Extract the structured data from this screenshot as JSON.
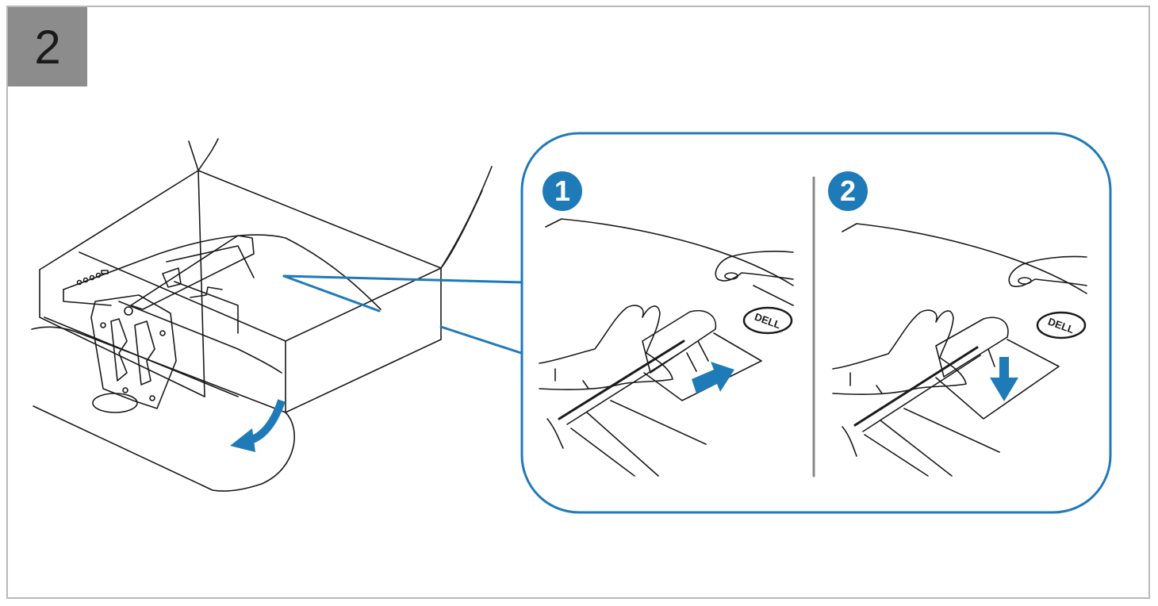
{
  "step": {
    "number": "2"
  },
  "callout": {
    "panels": [
      {
        "badge": "1",
        "action": "slide-right"
      },
      {
        "badge": "2",
        "action": "push-down"
      }
    ],
    "logo_text": "DELL"
  },
  "colors": {
    "accent_blue": "#1f7ab8",
    "step_box_gray": "#8c8c8c",
    "line_art": "#1a1a1a",
    "frame_border": "#b9b9b9",
    "divider_gray": "#888888"
  },
  "icons": [
    "curved-arrow-icon",
    "right-arrow-icon",
    "down-arrow-icon",
    "hand-icon",
    "dell-logo"
  ]
}
